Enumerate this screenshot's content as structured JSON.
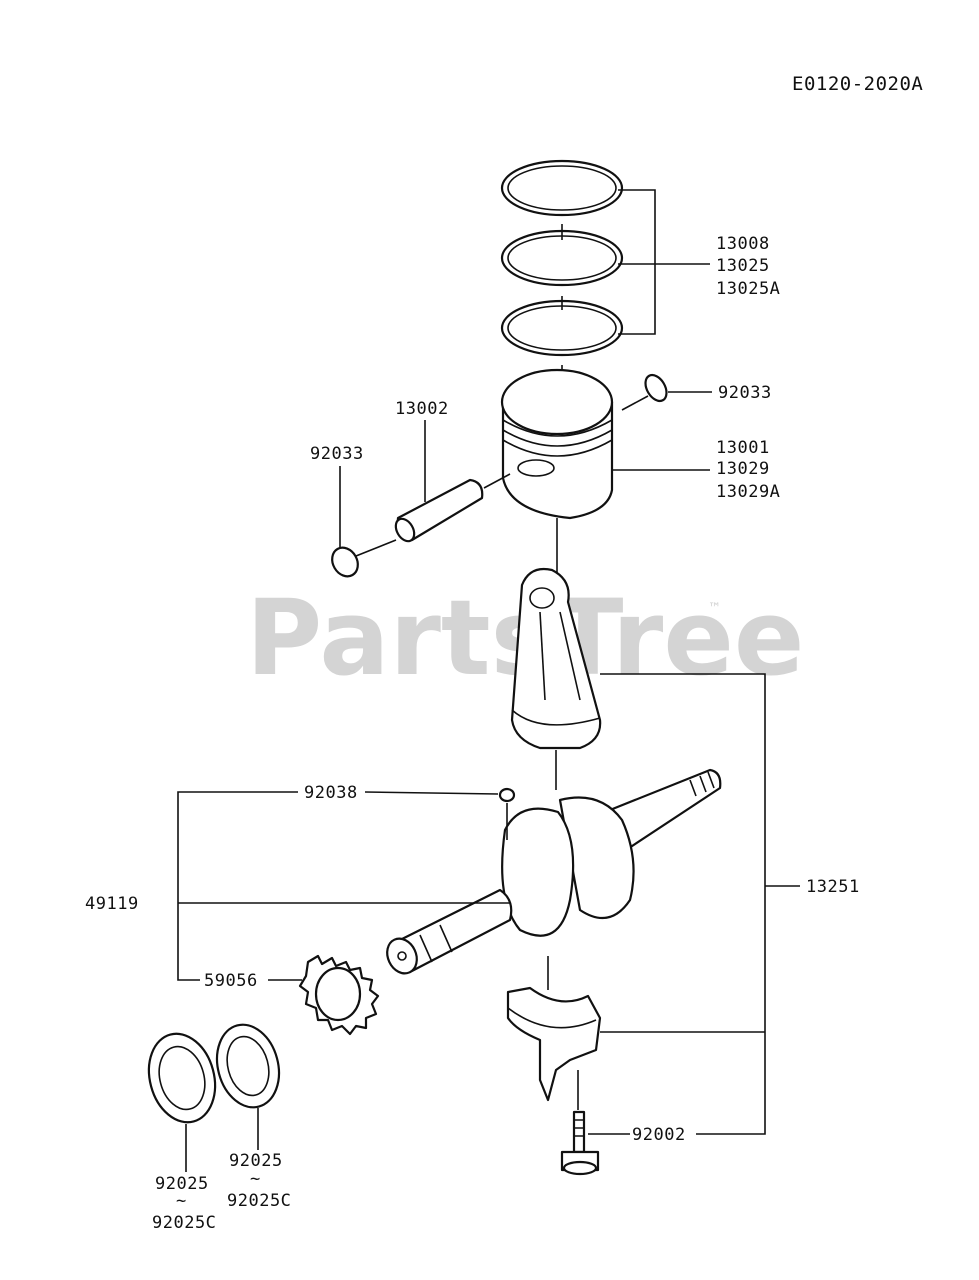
{
  "diagram_code": "E0120-2020A",
  "watermark": {
    "text": "PartsTree",
    "trademark": "™"
  },
  "labels": {
    "rings": [
      "13008",
      "13025",
      "13025A"
    ],
    "clip_right": "92033",
    "pin": "13002",
    "clip_left": "92033",
    "piston": [
      "13001",
      "13029",
      "13029A"
    ],
    "key": "92038",
    "crankshaft": "49119",
    "gear": "59056",
    "conrod_assy": "13251",
    "bolt": "92002",
    "washer_mid": [
      "92025",
      "~",
      "92025C"
    ],
    "washer_left": [
      "92025",
      "~",
      "92025C"
    ]
  }
}
